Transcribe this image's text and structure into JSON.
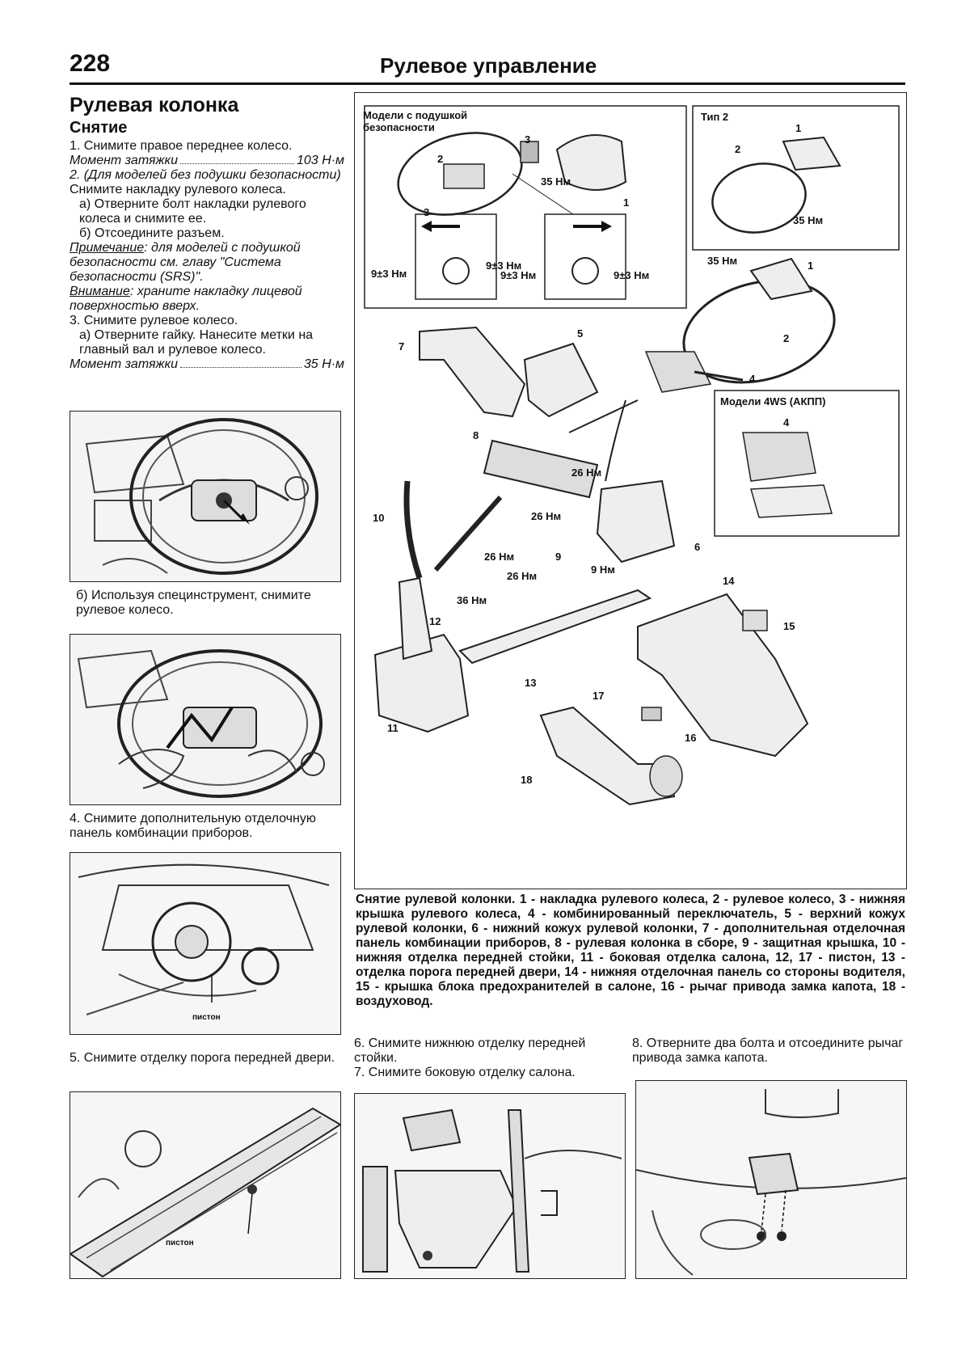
{
  "header": {
    "page_number": "228",
    "title": "Рулевое управление"
  },
  "left": {
    "section_title": "Рулевая колонка",
    "sub_title": "Снятие",
    "step1": "1. Снимите правое переднее колесо.",
    "torque1_label": "Момент затяжки",
    "torque1_value": "103 Н·м",
    "step2a": "2. (Для моделей без подушки безопасности)",
    "step2b": "Снимите накладку рулевого колеса.",
    "step2c": "а) Отверните болт накладки рулевого колеса и снимите ее.",
    "step2d": "б) Отсоедините разъем.",
    "note_label": "Примечание",
    "note_text": ": для моделей с подушкой безопасности см. главу \"Система безопасности (SRS)\".",
    "attention_label": "Внимание",
    "attention_text": ": храните накладку лицевой поверхностью вверх.",
    "step3": "3. Снимите рулевое колесо.",
    "step3a": "а) Отверните гайку. Нанесите метки на главный вал и рулевое колесо.",
    "torque2_label": "Момент затяжки",
    "torque2_value": "35 Н·м",
    "caption_b": "б) Используя специнструмент, снимите рулевое колесо.",
    "step4": "4. Снимите дополнительную отделочную панель комбинации приборов.",
    "photo3_label": "пистон",
    "step5": "5. Снимите отделку порога передней двери.",
    "photo4_label": "пистон"
  },
  "figure": {
    "inset1_title": "Модели с подушкой безопасности",
    "inset2_title": "Тип 2",
    "inset3_title": "Модели 4WS (АКПП)",
    "torques": {
      "t35a": "35 Нм",
      "t35b": "35 Нм",
      "t35c": "35 Нм",
      "t93a": "9±3 Нм",
      "t93b": "9±3 Нм",
      "t93c": "9±3 Нм",
      "t93d": "9±3 Нм",
      "t26a": "26 Нм",
      "t26b": "26 Нм",
      "t26c": "26 Нм",
      "t26d": "26 Нм",
      "t36": "36 Нм",
      "t9": "9 Нм"
    },
    "numbers": {
      "n1": "1",
      "n2": "2",
      "n3": "3",
      "n3b": "3",
      "n1b": "1",
      "n2b": "2",
      "n1c": "1",
      "n2c": "2",
      "n4": "4",
      "n4b": "4",
      "n5": "5",
      "n6": "6",
      "n7": "7",
      "n8": "8",
      "n9": "9",
      "n10": "10",
      "n11": "11",
      "n12": "12",
      "n13": "13",
      "n14": "14",
      "n15": "15",
      "n16": "16",
      "n17": "17",
      "n18": "18"
    }
  },
  "figure_caption": "Снятие рулевой колонки. 1 - накладка рулевого колеса, 2 - рулевое колесо, 3 - нижняя крышка рулевого колеса, 4 - комбинированный переключатель, 5 - верхний кожух рулевой колонки, 6 - нижний кожух рулевой колонки, 7 - дополнительная отделочная панель комбинации приборов, 8 - рулевая колонка в сборе, 9 - защитная крышка, 10 - нижняя отделка передней стойки, 11 - боковая отделка салона, 12, 17 - пистон, 13 - отделка порога передней двери, 14 - нижняя отделочная панель со стороны водителя, 15 - крышка блока предохранителей в салоне, 16 - рычаг привода замка капота, 18 - воздуховод.",
  "bottom": {
    "step6": "6. Снимите нижнюю отделку передней стойки.",
    "step7": "7. Снимите боковую отделку салона.",
    "step8": "8. Отверните два болта и отсоедините рычаг привода замка капота."
  }
}
